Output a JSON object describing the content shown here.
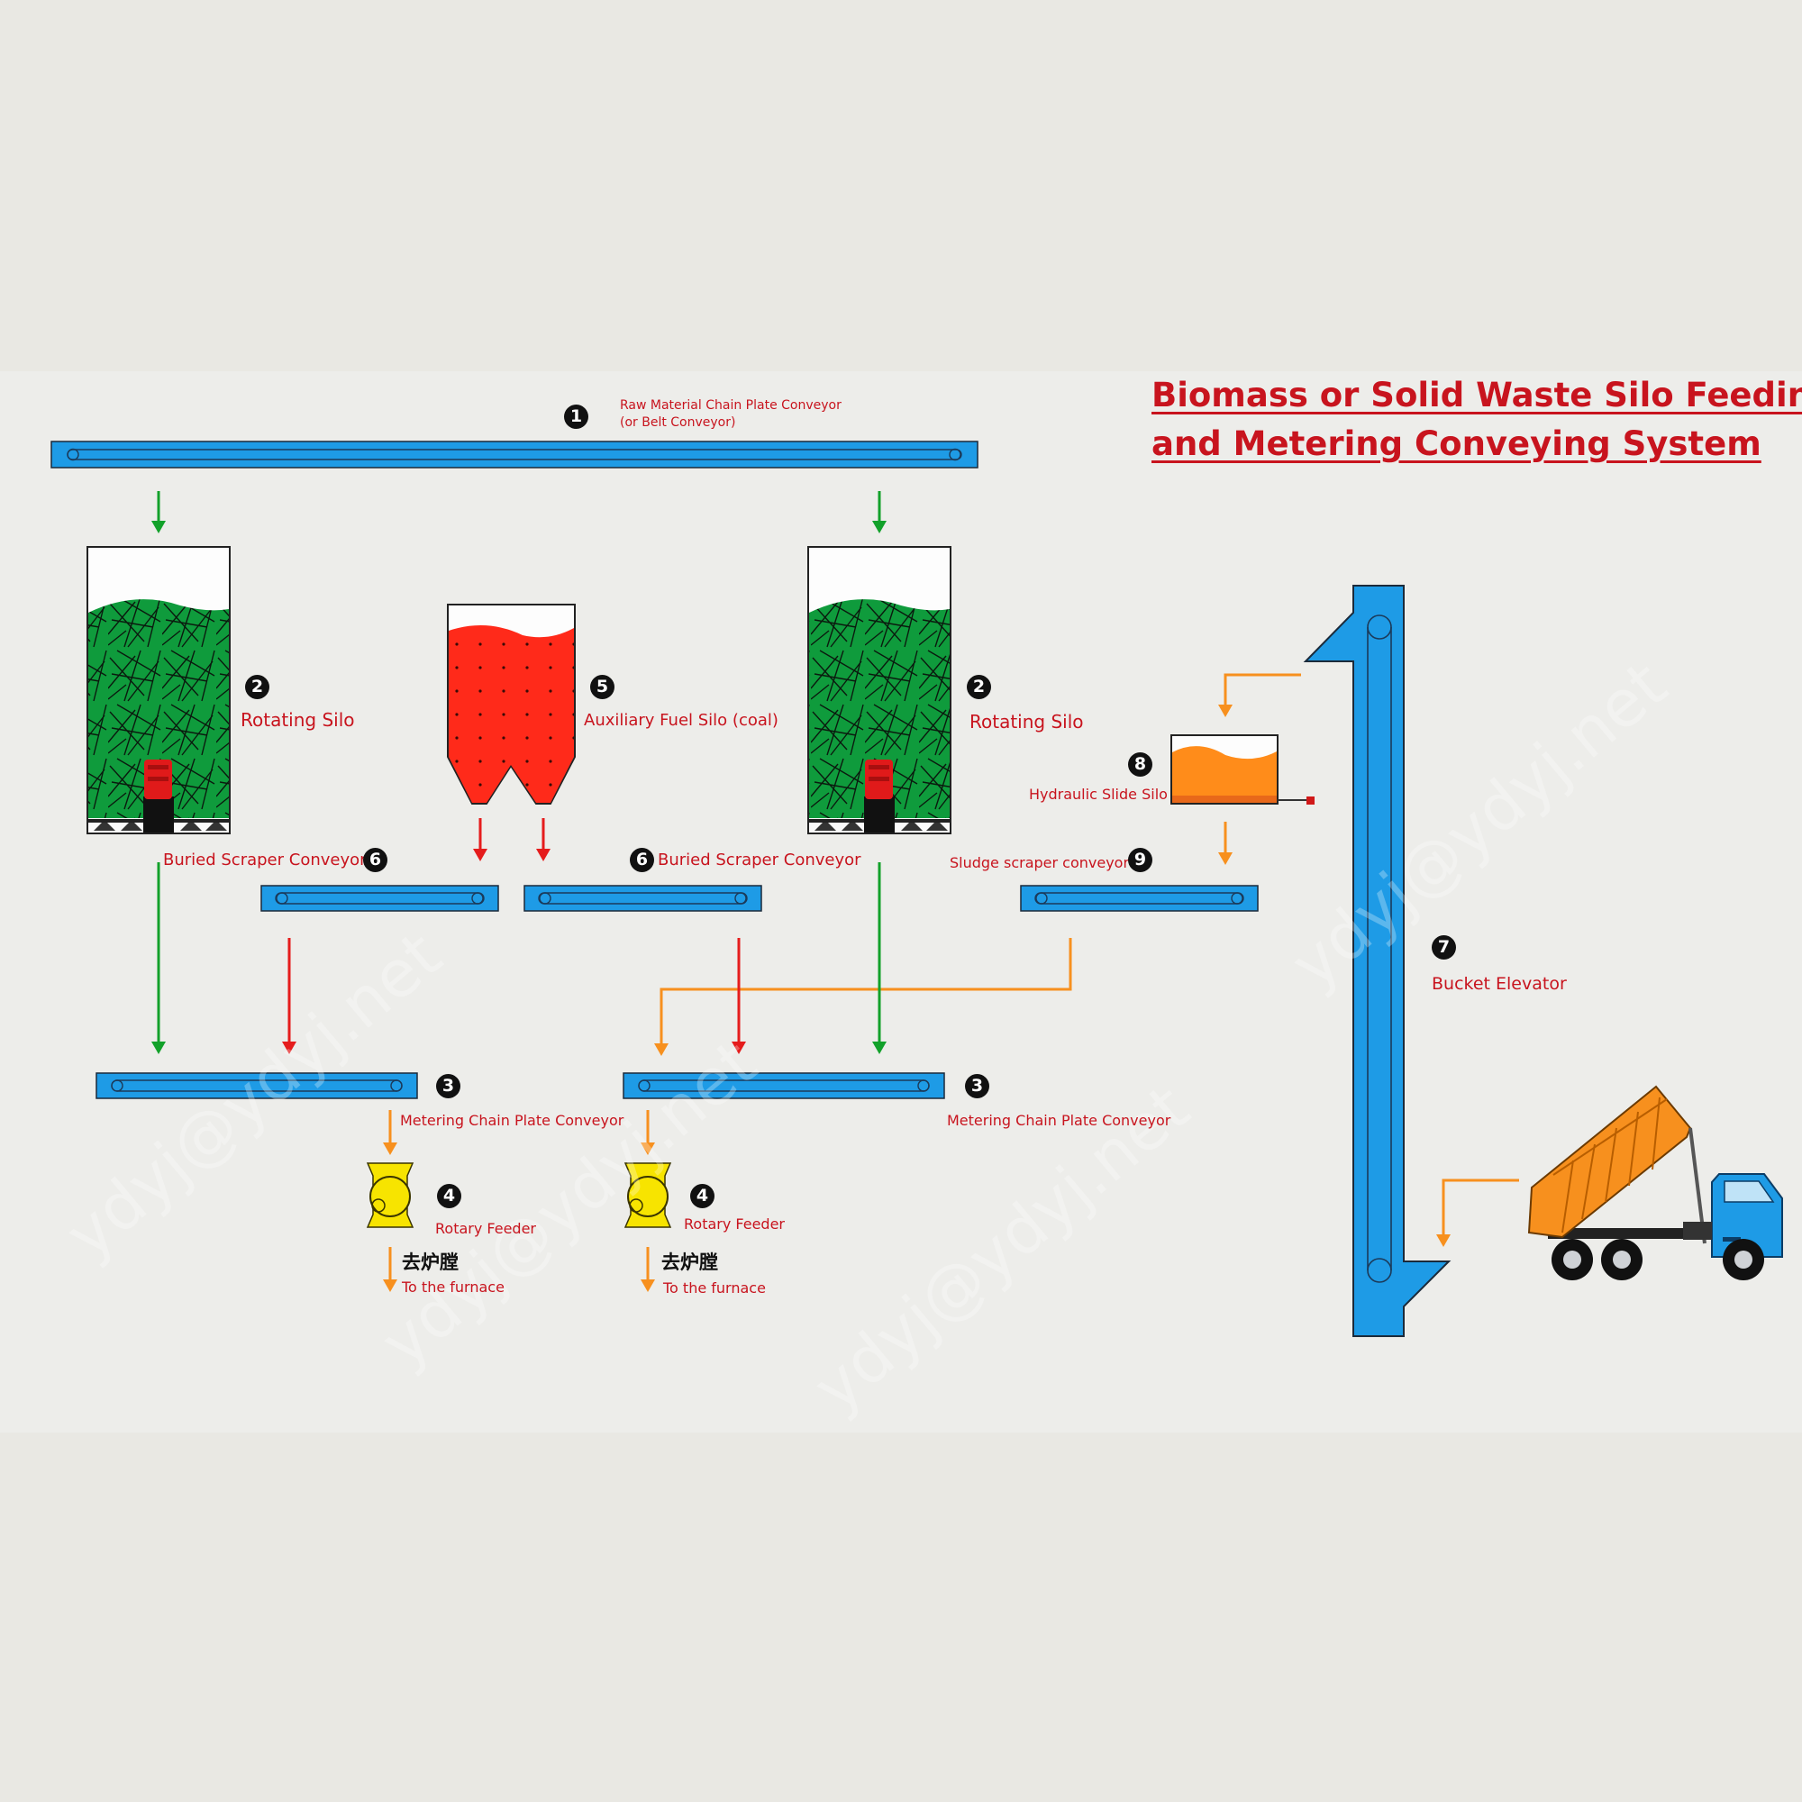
{
  "title": {
    "line1": "Biomass or Solid Waste Silo Feeding",
    "line2": "and Metering Conveying System"
  },
  "items": {
    "n1": "1",
    "raw_conveyor_line1": "Raw Material Chain Plate Conveyor",
    "raw_conveyor_line2": "(or Belt Conveyor)",
    "n2": "2",
    "rotating_silo": "Rotating Silo",
    "n3": "3",
    "metering_conveyor": "Metering Chain Plate Conveyor",
    "n4": "4",
    "rotary_feeder": "Rotary Feeder",
    "n5": "5",
    "aux_silo": "Auxiliary Fuel Silo (coal)",
    "n6": "6",
    "buried_scraper": "Buried Scraper Conveyor",
    "n7": "7",
    "bucket_elevator": "Bucket Elevator",
    "n8": "8",
    "hydraulic_silo": "Hydraulic Slide Silo",
    "n9": "9",
    "sludge_conveyor": "Sludge scraper conveyor",
    "furnace_cn": "去炉膛",
    "furnace_en": "To the furnace"
  },
  "watermark": "ydyj@ydyj.net",
  "colors": {
    "conveyor": "#1e9be6",
    "biomass": "#0f9b3c",
    "coal": "#ff2a1a",
    "sludge": "#ff8c1a",
    "arrow_green": "#12a12a",
    "arrow_red": "#e51c1c",
    "arrow_orange": "#f7901e",
    "feeder": "#f7e400",
    "label": "#c8141e"
  }
}
